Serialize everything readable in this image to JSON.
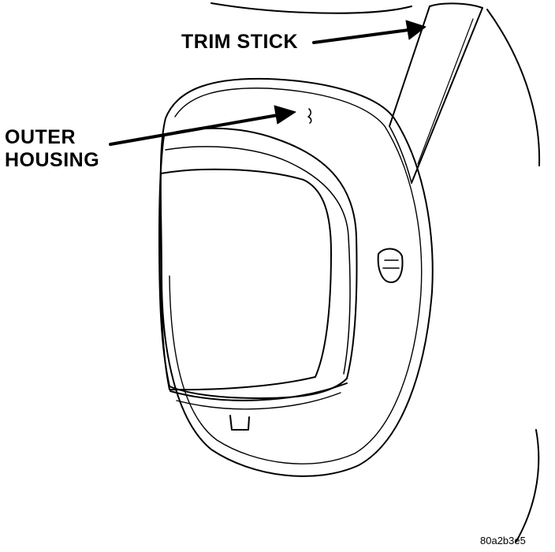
{
  "callouts": {
    "trim_stick": "TRIM STICK",
    "outer_housing_line1": "OUTER",
    "outer_housing_line2": "HOUSING"
  },
  "figure_id": "80a2b3e5",
  "colors": {
    "ink": "#000000",
    "paper": "#ffffff"
  }
}
